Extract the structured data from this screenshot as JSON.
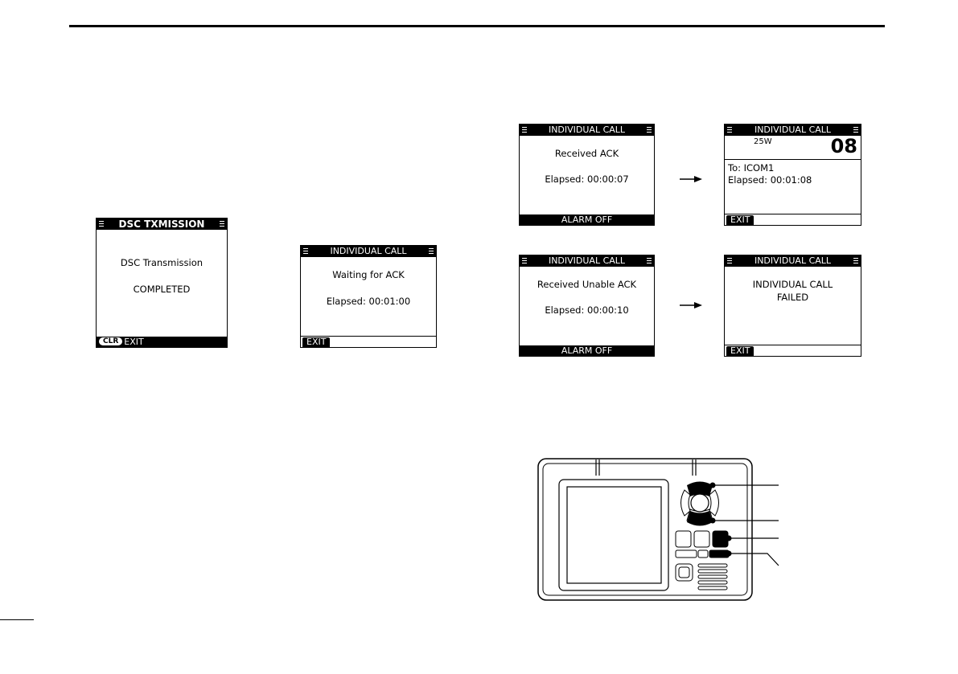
{
  "screens": {
    "dsc_tx": {
      "title": "DSC TXMISSION",
      "line1": "DSC Transmission",
      "line2": "COMPLETED",
      "clr_key": "CLR",
      "exit_label": "EXIT"
    },
    "waiting": {
      "title": "INDIVIDUAL CALL",
      "line1": "Waiting for ACK",
      "line2": "Elapsed: 00:01:00",
      "exit_label": "EXIT"
    },
    "received_ack": {
      "title": "INDIVIDUAL CALL",
      "line1": "Received ACK",
      "line2": "Elapsed: 00:00:07",
      "footer": "ALARM OFF"
    },
    "connected": {
      "title": "INDIVIDUAL CALL",
      "power": "25W",
      "channel": "08",
      "line1": "To: ICOM1",
      "line2": "Elapsed: 00:01:08",
      "exit_label": "EXIT"
    },
    "received_unable": {
      "title": "INDIVIDUAL CALL",
      "line1": "Received Unable ACK",
      "line2": "Elapsed: 00:00:10",
      "footer": "ALARM OFF"
    },
    "failed": {
      "title": "INDIVIDUAL CALL",
      "line1": "INDIVIDUAL CALL",
      "line2": "FAILED",
      "exit_label": "EXIT"
    }
  },
  "icons": {
    "arrow": "right-arrow-icon",
    "device": "radio-front-panel-icon"
  }
}
